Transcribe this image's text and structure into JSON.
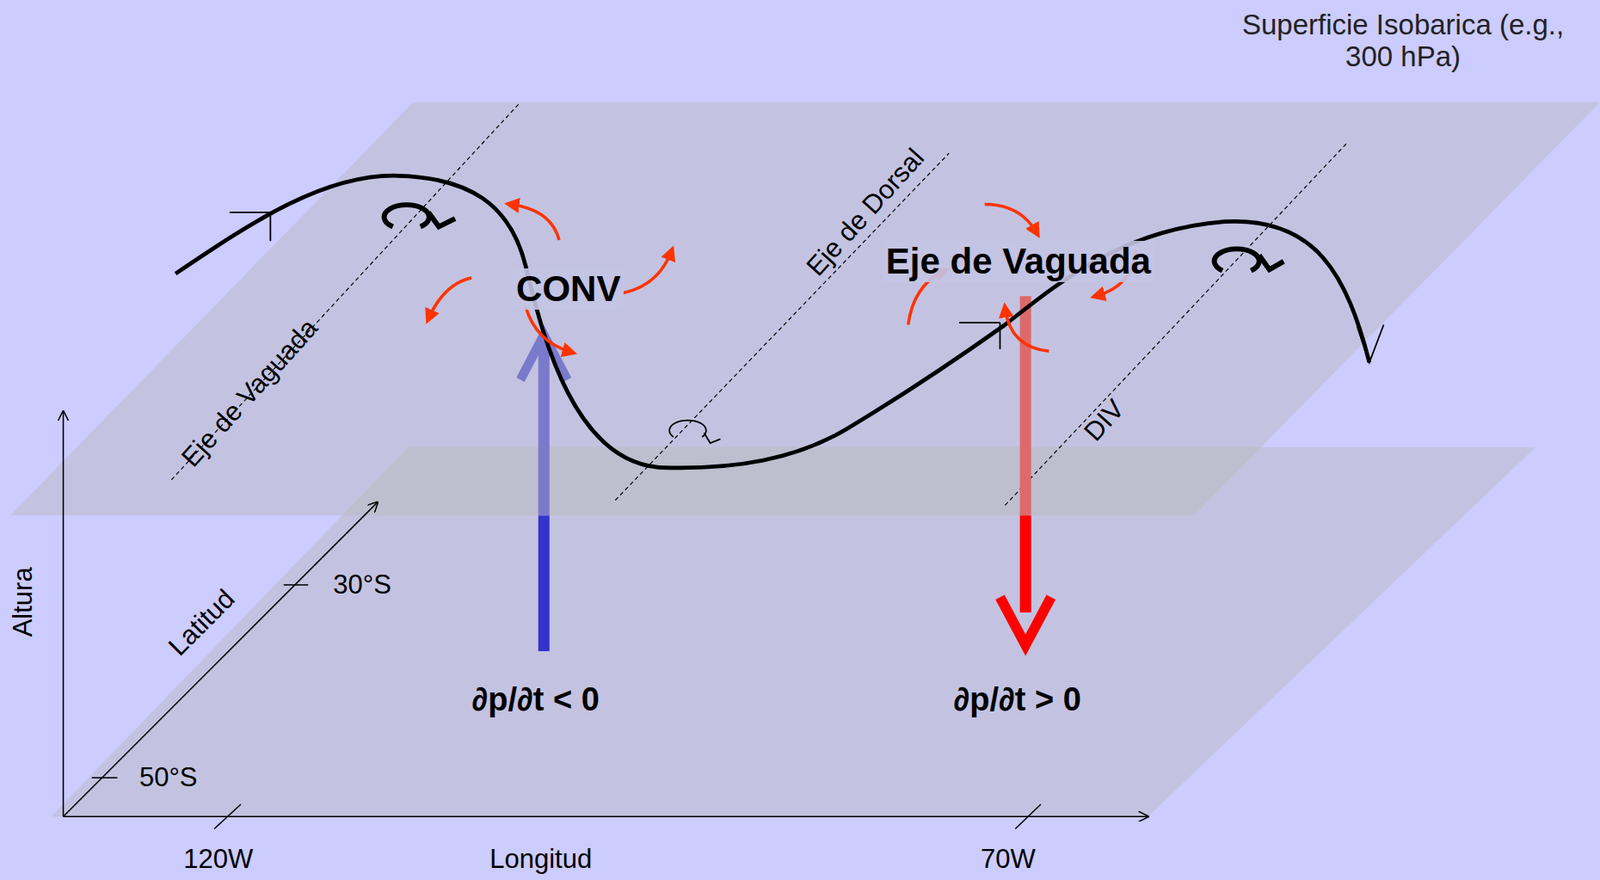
{
  "diagram": {
    "labels": [
      "Superficie Isobarica (e.g., 300 hPa)",
      "Eje de Vaguada",
      "Eje de Dorsal",
      "DIV",
      "CONV",
      "Eje de Vaguada",
      "Altura",
      "Latitud",
      "30°S",
      "50°S",
      "120W",
      "Longitud",
      "70W",
      "∂p/∂t < 0",
      "∂p/∂t > 0"
    ]
  }
}
